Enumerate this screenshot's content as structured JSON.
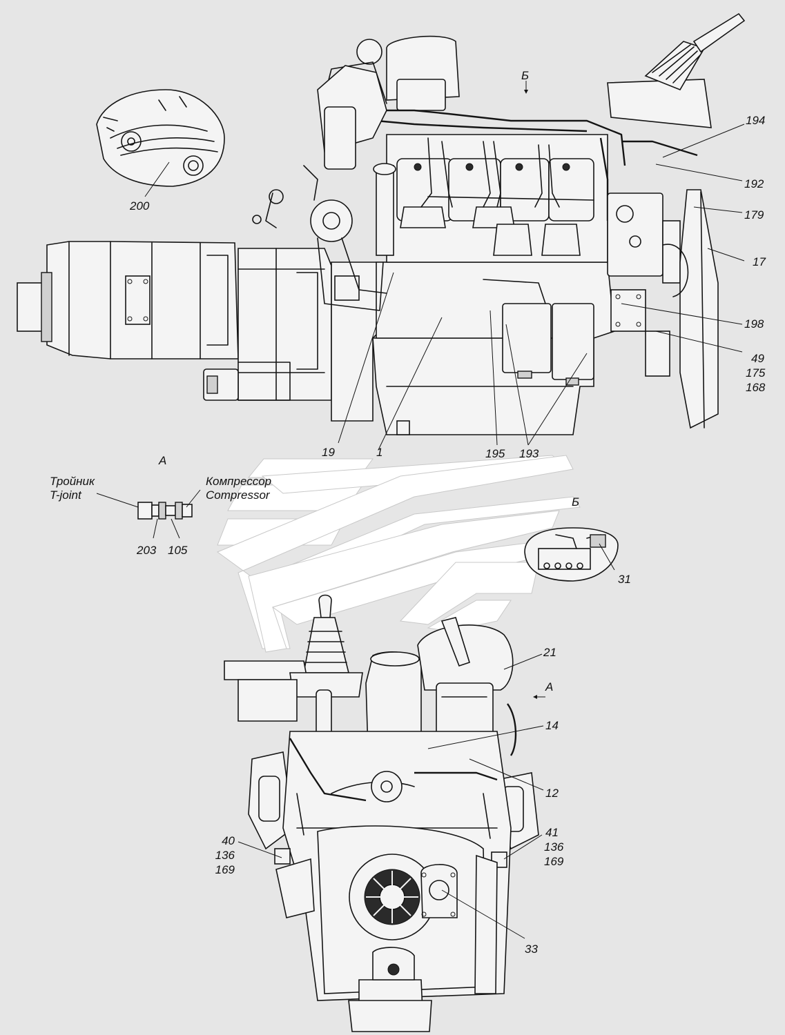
{
  "callouts": {
    "c194": "194",
    "c192": "192",
    "c179": "179",
    "c17": "17",
    "c198": "198",
    "c49": "49",
    "c175": "175",
    "c168": "168",
    "c200": "200",
    "c19": "19",
    "c1": "1",
    "c195": "195",
    "c193": "193",
    "c203": "203",
    "c105": "105",
    "c31": "31",
    "c21": "21",
    "c14": "14",
    "c12": "12",
    "c40": "40",
    "c136a": "136",
    "c169a": "169",
    "c41": "41",
    "c136b": "136",
    "c169b": "169",
    "c33": "33"
  },
  "view_labels": {
    "view_b_top": "Б",
    "view_a_header": "А",
    "view_b_header": "Б",
    "view_a_arrow": "А"
  },
  "detail_a": {
    "tee_ru": "Тройник",
    "tee_en": "T-joint",
    "compressor_ru": "Компрессор",
    "compressor_en": "Compressor"
  },
  "colors": {
    "background": "#e6e6e6",
    "ink": "#141414",
    "watermark": "#ffffff"
  }
}
